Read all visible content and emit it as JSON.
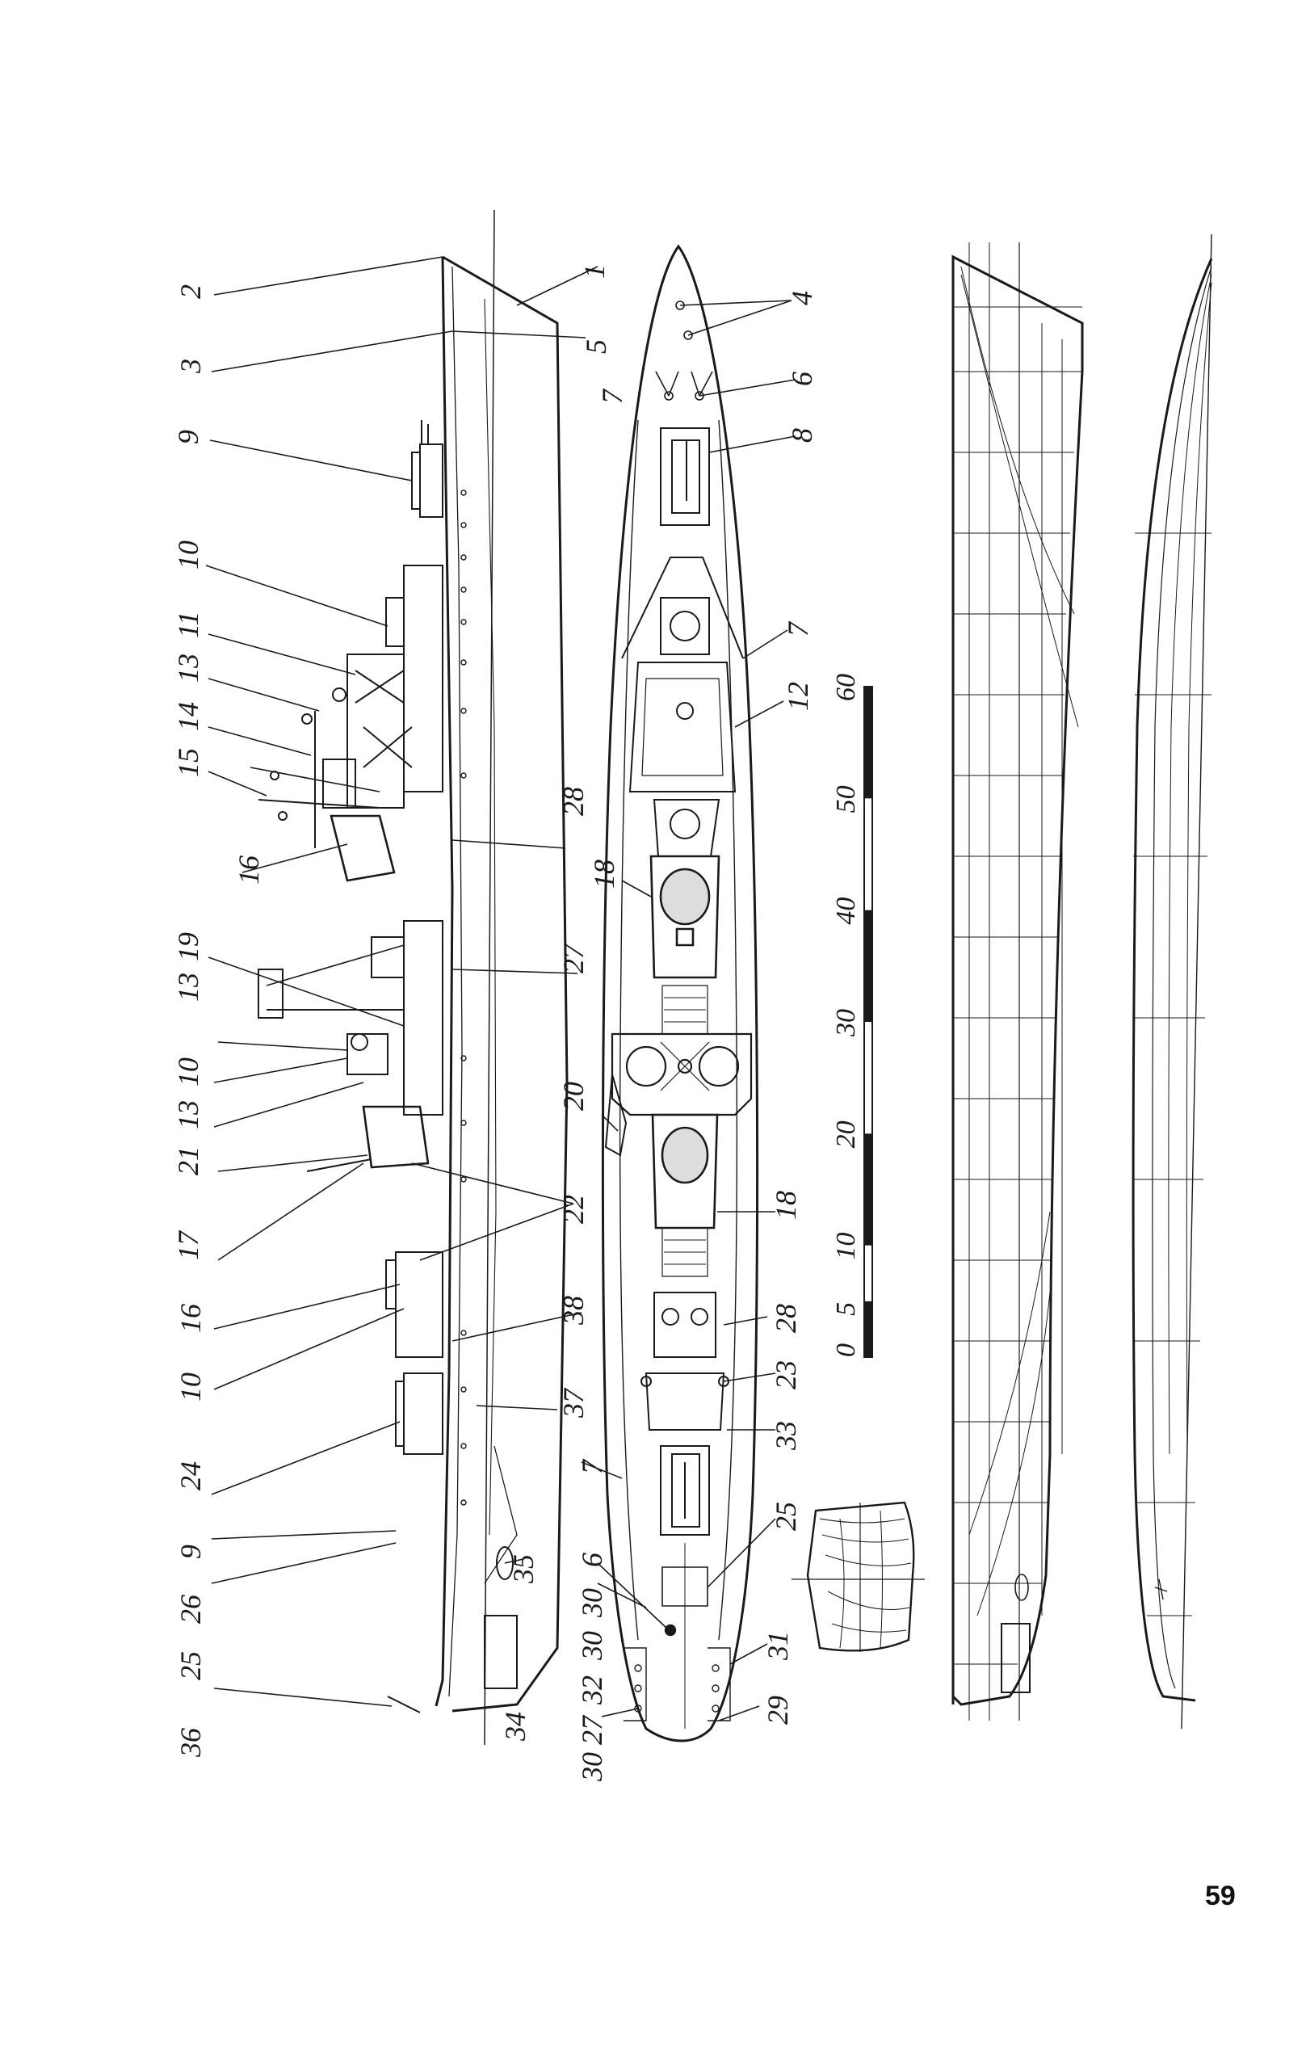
{
  "page_number": "59",
  "callouts": {
    "side_view": [
      "2",
      "3",
      "9",
      "10",
      "11",
      "13",
      "14",
      "15",
      "16",
      "19",
      "13",
      "10",
      "13",
      "21",
      "17",
      "16",
      "10",
      "24",
      "9",
      "26",
      "25",
      "36"
    ],
    "plan_view": [
      "1",
      "5",
      "7",
      "4",
      "6",
      "8",
      "7",
      "12",
      "28",
      "18",
      "27",
      "20",
      "22",
      "18",
      "38",
      "28",
      "23",
      "37",
      "33",
      "7",
      "25",
      "6",
      "35",
      "30",
      "30",
      "32",
      "31",
      "27",
      "30",
      "29",
      "34"
    ]
  },
  "scale_bar": {
    "labels": [
      "0",
      "5",
      "10",
      "20",
      "30",
      "40",
      "50",
      "60"
    ],
    "values_m": [
      0,
      5,
      10,
      20,
      30,
      40,
      50,
      60
    ]
  },
  "colors": {
    "ink": "#1a1a1a",
    "paper": "#ffffff"
  }
}
